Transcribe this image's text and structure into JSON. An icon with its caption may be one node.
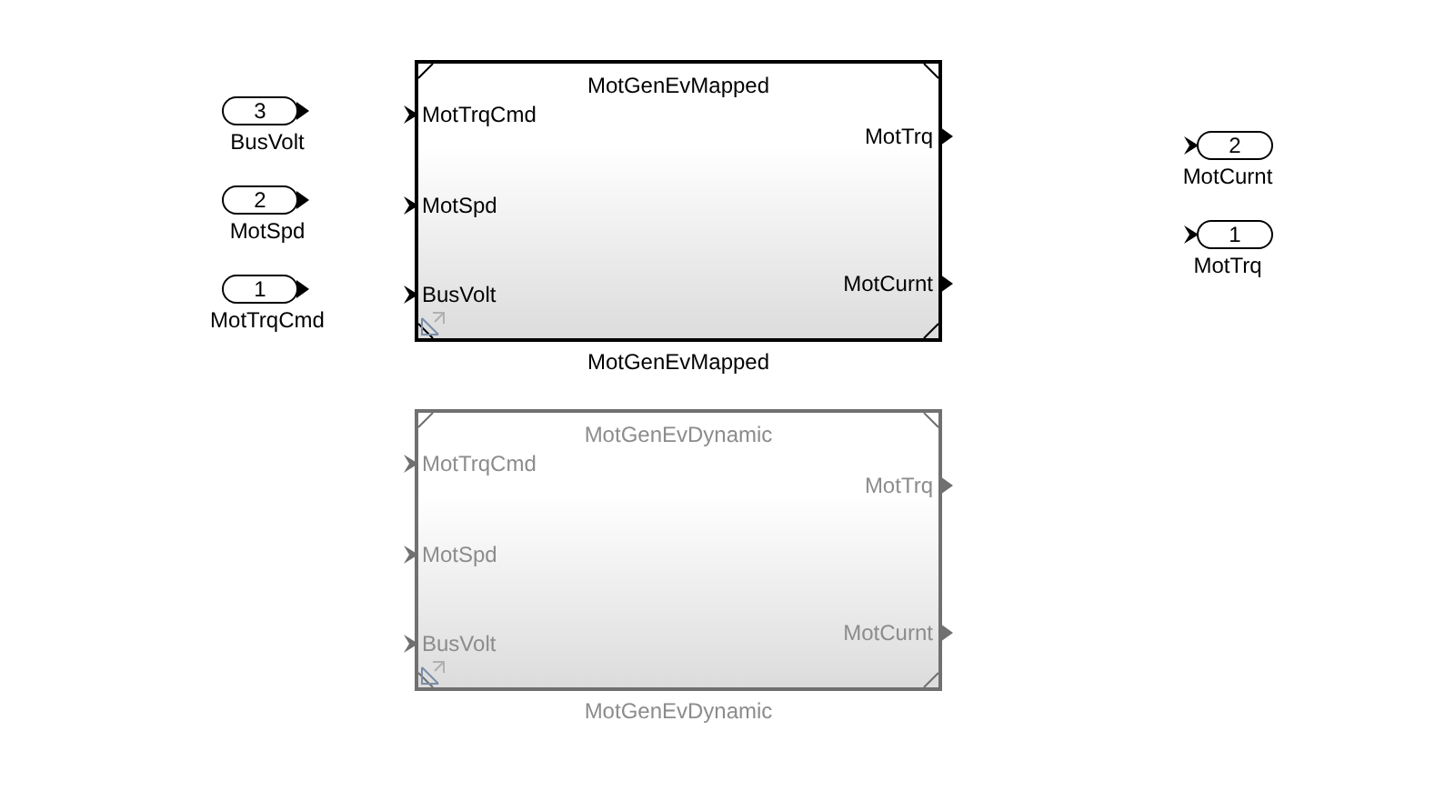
{
  "diagram": {
    "nodes": [
      {
        "text": [
          "3"
        ],
        "beside": [
          "BusVolt"
        ]
      },
      {
        "text": [
          "2"
        ],
        "beside": [
          "MotSpd"
        ]
      },
      {
        "text": [
          "1"
        ],
        "beside": [
          "MotTrqCmd"
        ]
      },
      {
        "text": [
          "MotGenEvMapped",
          "MotTrqCmd",
          "MotSpd",
          "BusVolt",
          "MotTrq",
          "MotCurnt"
        ],
        "beside": [
          "MotGenEvMapped"
        ]
      },
      {
        "text": [
          "2"
        ],
        "beside": [
          "MotCurnt"
        ]
      },
      {
        "text": [
          "1"
        ],
        "beside": [
          "MotTrq"
        ]
      },
      {
        "text": [
          "MotGenEvDynamic",
          "MotTrqCmd",
          "MotSpd",
          "BusVolt",
          "MotTrq",
          "MotCurnt"
        ],
        "beside": [
          "MotGenEvDynamic"
        ]
      }
    ]
  }
}
